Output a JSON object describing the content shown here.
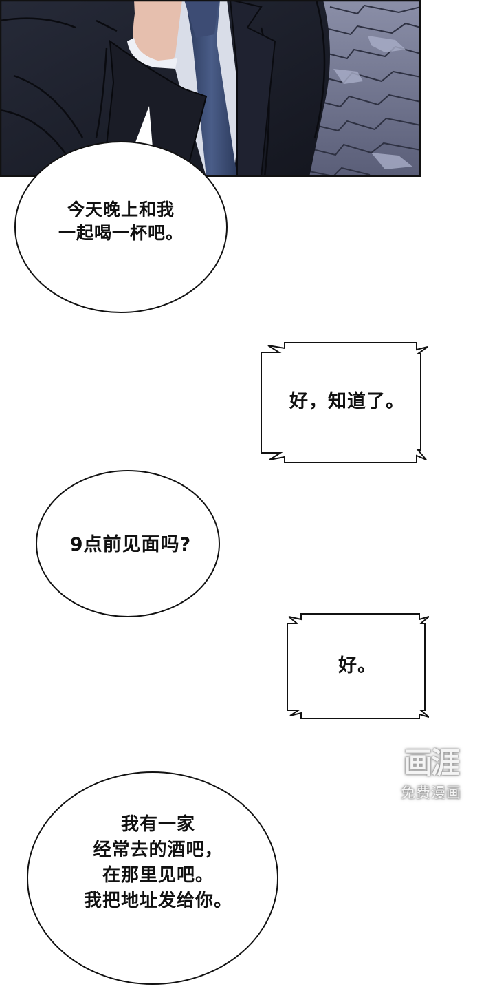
{
  "comic": {
    "panel": {
      "description": "Man in dark suit with blue tie, hand raised near collar, cobblestone background",
      "colors": {
        "suit": "#1b1e29",
        "tie": "#3a4b72",
        "shirt": "#dfe3ee",
        "skin": "#e8c2b0",
        "pavement": "#7d8199",
        "pavement_light": "#a6abc4",
        "border": "#111111"
      }
    },
    "bubbles": [
      {
        "id": "bubble-1",
        "shape": "oval-with-tail",
        "lines": "今天晚上和我\n一起喝一杯吧。"
      },
      {
        "id": "bubble-2",
        "shape": "jagged-box",
        "lines": "好，知道了。"
      },
      {
        "id": "bubble-3",
        "shape": "oval",
        "lines": "9点前见面吗?"
      },
      {
        "id": "bubble-4",
        "shape": "jagged-box",
        "lines": "好。"
      },
      {
        "id": "bubble-5",
        "shape": "oval",
        "lines": "我有一家\n经常去的酒吧，\n在那里见吧。\n我把地址发给你。"
      }
    ],
    "watermark": {
      "logo": "画涯",
      "subtitle": "免费漫画"
    }
  }
}
